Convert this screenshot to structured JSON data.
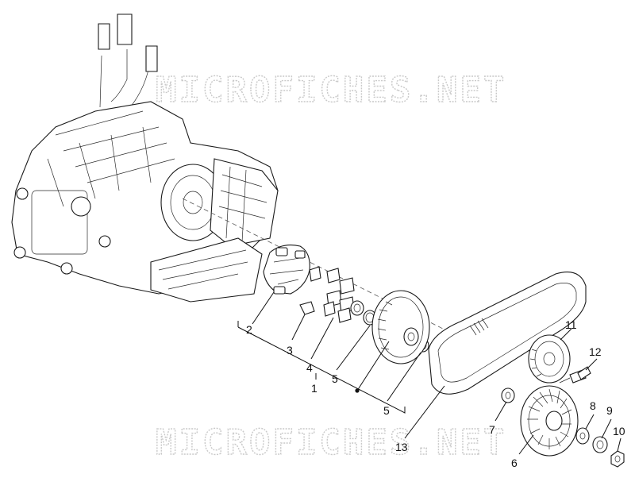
{
  "watermarks": [
    "MICROFICHES.NET",
    "MICROFICHES.NET"
  ],
  "callouts": [
    "1",
    "2",
    "3",
    "4",
    "5",
    "5",
    "6",
    "7",
    "8",
    "9",
    "10",
    "11",
    "12",
    "13"
  ]
}
